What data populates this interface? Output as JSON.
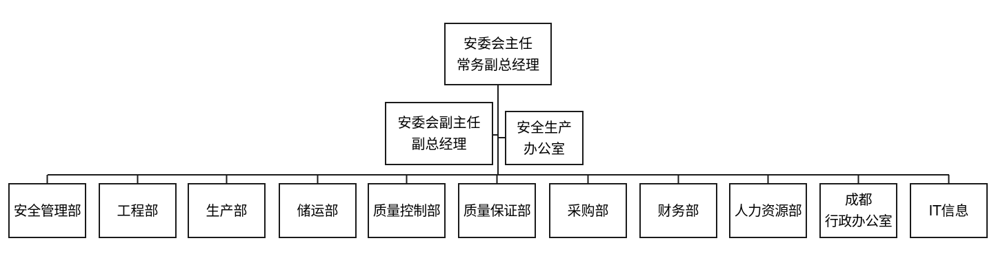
{
  "top": {
    "line1": "安委会主任",
    "line2": "常务副总经理"
  },
  "vice": {
    "line1": "安委会副主任",
    "line2": "副总经理"
  },
  "office": {
    "line1": "安全生产",
    "line2": "办公室"
  },
  "departments": [
    {
      "line1": "安全管理部"
    },
    {
      "line1": "工程部"
    },
    {
      "line1": "生产部"
    },
    {
      "line1": "储运部"
    },
    {
      "line1": "质量控制部"
    },
    {
      "line1": "质量保证部"
    },
    {
      "line1": "采购部"
    },
    {
      "line1": "财务部"
    },
    {
      "line1": "人力资源部"
    },
    {
      "line1": "成都",
      "line2": "行政办公室"
    },
    {
      "line1": "IT信息"
    }
  ]
}
